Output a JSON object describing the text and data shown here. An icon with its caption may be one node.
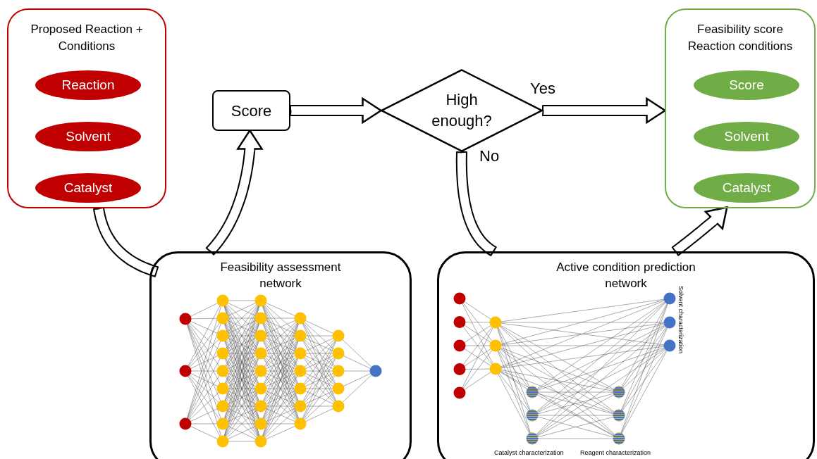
{
  "diagram": {
    "nodes": [
      {
        "text": [
          "Proposed Reaction + Conditions"
        ]
      },
      {
        "text": [
          "Reaction"
        ],
        "in": 0
      },
      {
        "text": [
          "Solvent"
        ],
        "in": 0
      },
      {
        "text": [
          "Catalyst"
        ],
        "in": 0
      },
      {
        "text": [
          "Score"
        ]
      },
      {
        "text": [
          "High enough?"
        ]
      },
      {
        "text": [
          "Feasibility score Reaction conditions"
        ]
      },
      {
        "text": [
          "Score"
        ],
        "in": 6
      },
      {
        "text": [
          "Solvent"
        ],
        "in": 6
      },
      {
        "text": [
          "Catalyst"
        ],
        "in": 6
      },
      {
        "text": [
          "Feasibility assessment network"
        ]
      },
      {
        "text": [
          "Active condition prediction network",
          "Solvent characterization",
          "Catalyst characterization",
          "Reagent characterization"
        ]
      }
    ],
    "edges": [
      {
        "from": 0,
        "to": 10,
        "arrow": "none"
      },
      {
        "from": 10,
        "to": 4,
        "arrow": "to"
      },
      {
        "from": 4,
        "to": 5,
        "arrow": "to"
      },
      {
        "from": 5,
        "to": 6,
        "arrow": "to",
        "label": "Yes"
      },
      {
        "from": 5,
        "to": 11,
        "arrow": "none",
        "label": "No"
      },
      {
        "from": 11,
        "to": 6,
        "arrow": "to"
      }
    ]
  }
}
